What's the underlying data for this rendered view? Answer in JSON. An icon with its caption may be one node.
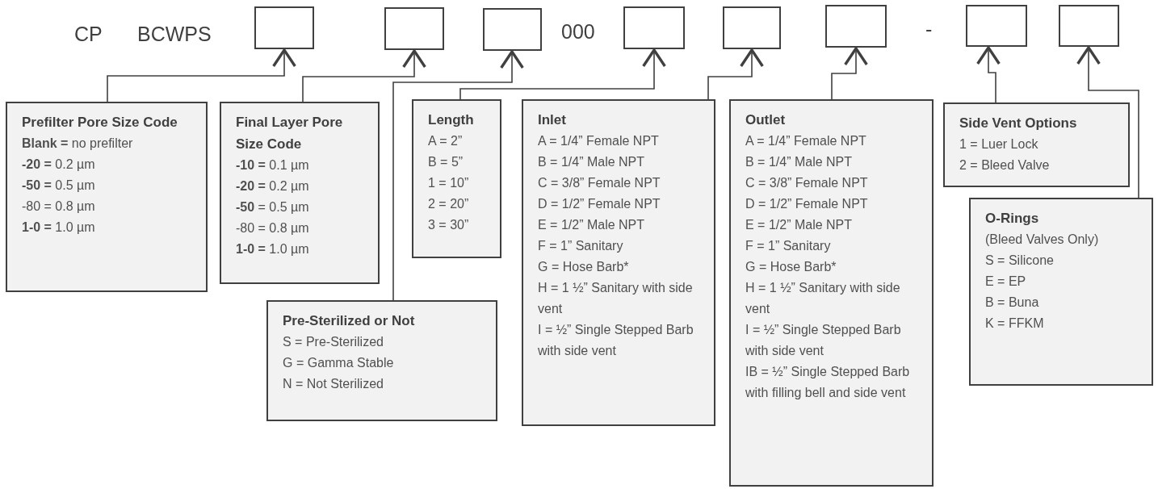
{
  "diagram": {
    "nodes": [
      {
        "text": [],
        "shape": "box"
      },
      {
        "text": [],
        "shape": "box"
      },
      {
        "text": [],
        "shape": "box"
      },
      {
        "text": [],
        "shape": "box"
      },
      {
        "text": [],
        "shape": "box"
      },
      {
        "text": [],
        "shape": "box"
      },
      {
        "text": [],
        "shape": "box"
      },
      {
        "text": [],
        "shape": "box"
      },
      {
        "text": [
          "Prefilter Pore Size Code",
          "**Blank =** no prefilter",
          "**-20 =** 0.2 µm",
          "**-50 =** 0.5 µm",
          "-80 = 0.8 µm",
          "**1-0 =** 1.0 µm"
        ]
      },
      {
        "text": [
          "Final Layer Pore Size Code",
          "**-10 =** 0.1 µm",
          "**-20 =** 0.2 µm",
          "**-50** = 0.5 µm",
          "-80 = 0.8 µm",
          "**1-0 =** 1.0 µm"
        ]
      },
      {
        "text": [
          "Pre-Sterilized or Not",
          "S = Pre-Sterilized",
          "G = Gamma Stable",
          "N = Not Sterilized"
        ]
      },
      {
        "text": [
          "Length",
          "A = 2”",
          "B = 5”",
          "1 = 10”",
          "2 = 20”",
          "3 = 30”"
        ]
      },
      {
        "text": [
          "Inlet",
          "A = 1/4” Female NPT",
          "B = 1/4” Male NPT",
          "C = 3/8” Female NPT",
          "D = 1/2” Female NPT",
          "E = 1/2” Male NPT",
          "F = 1” Sanitary",
          "G = Hose Barb*",
          "H = 1 ½” Sanitary with side vent",
          "I = ½” Single Stepped Barb with side vent"
        ]
      },
      {
        "text": [
          "Outlet",
          "A = 1/4” Female NPT",
          "B = 1/4” Male NPT",
          "C = 3/8” Female NPT",
          "D = 1/2” Female NPT",
          "E = 1/2” Male NPT",
          "F = 1” Sanitary",
          "G = Hose Barb*",
          "H = 1 ½” Sanitary with side vent",
          "I = ½” Single Stepped Barb with side vent",
          "IB = ½” Single Stepped Barb with filling bell and side vent"
        ]
      },
      {
        "text": [
          "Side Vent Options",
          "1 = Luer Lock",
          "2 = Bleed Valve"
        ]
      },
      {
        "text": [
          "O-Rings",
          "(Bleed Valves Only)",
          "S = Silicone",
          "E = EP",
          "B = Buna",
          "K = FFKM"
        ]
      }
    ],
    "edges": [
      {
        "from": 8,
        "to": 0,
        "arrow": "to"
      },
      {
        "from": 9,
        "to": 1,
        "arrow": "to"
      },
      {
        "from": 10,
        "to": 2,
        "arrow": "to"
      },
      {
        "from": 11,
        "to": 3,
        "arrow": "to"
      },
      {
        "from": 12,
        "to": 4,
        "arrow": "to"
      },
      {
        "from": 13,
        "to": 5,
        "arrow": "to"
      },
      {
        "from": 14,
        "to": 6,
        "arrow": "to"
      },
      {
        "from": 15,
        "to": 7,
        "arrow": "to"
      }
    ],
    "labels": [
      "CP",
      "BCWPS",
      "000",
      "-"
    ]
  }
}
